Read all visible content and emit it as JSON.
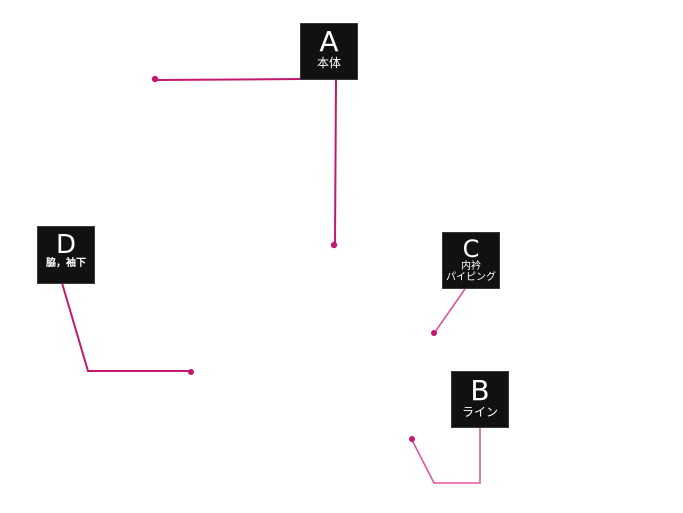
{
  "colors": {
    "leader_line": "#c2186f",
    "leader_line_light": "#e0559a",
    "box_background": "#111111",
    "box_text": "#ffffff"
  },
  "callouts": {
    "a": {
      "letter": "A",
      "label": "本体"
    },
    "b": {
      "letter": "B",
      "label": "ライン"
    },
    "c": {
      "letter": "C",
      "label_line1": "内衿",
      "label_line2": "パイピング"
    },
    "d": {
      "letter": "D",
      "label": "脇，袖下"
    }
  }
}
